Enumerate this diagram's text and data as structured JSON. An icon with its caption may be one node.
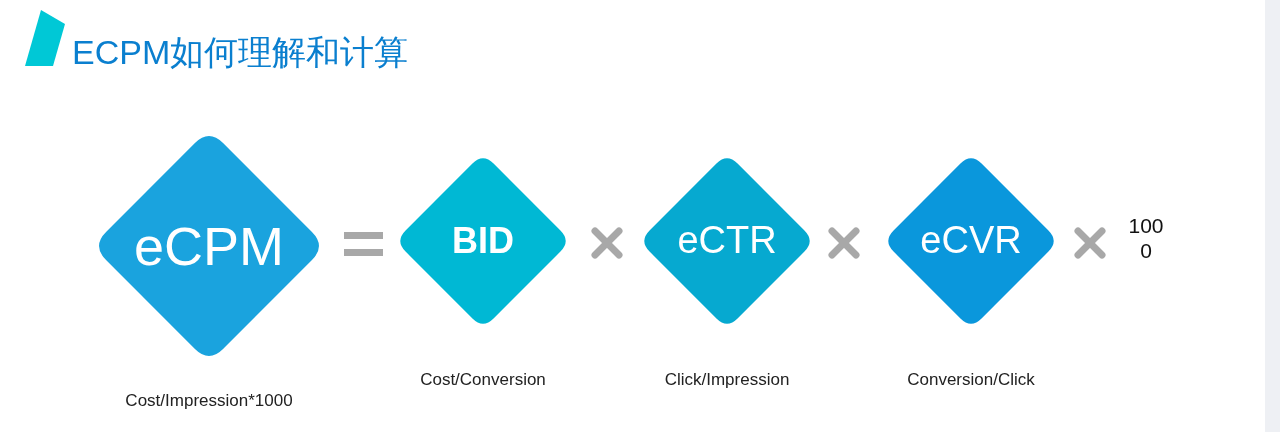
{
  "diagram": {
    "title": "ECPM如何理解和计算",
    "nodes": [
      {
        "text": [
          "eCPM"
        ],
        "beside": [
          "Cost/Impression*1000"
        ]
      },
      {
        "text": [
          "BID"
        ],
        "beside": [
          "Cost/Conversion"
        ]
      },
      {
        "text": [
          "eCTR"
        ],
        "beside": [
          "Click/Impression"
        ]
      },
      {
        "text": [
          "eCVR"
        ],
        "beside": [
          "Conversion/Click"
        ]
      }
    ],
    "labels": [
      "1000"
    ]
  }
}
